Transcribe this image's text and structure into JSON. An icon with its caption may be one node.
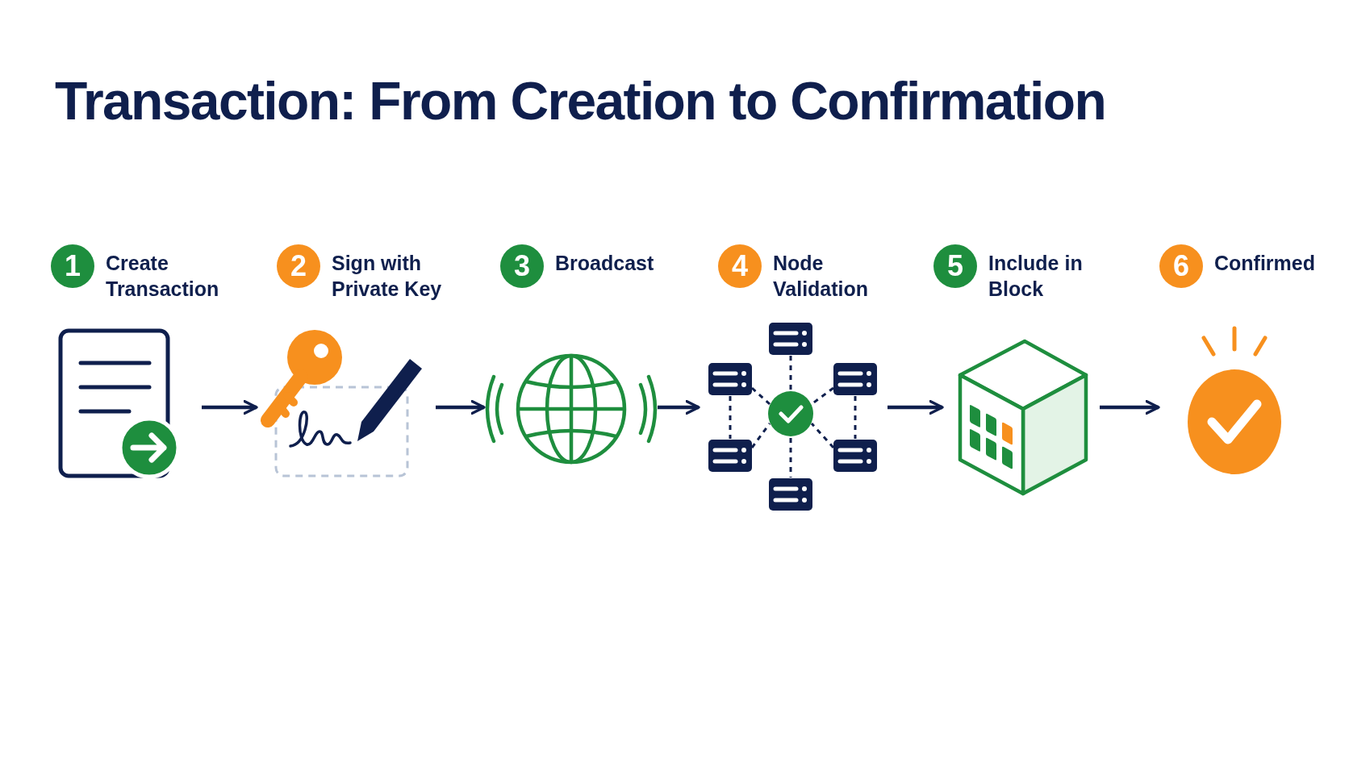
{
  "diagram": {
    "title": "Transaction: From Creation to Confirmation",
    "nodes": [
      {
        "text": [],
        "shape": "picture",
        "beside": [
          "1",
          "Create Transaction"
        ]
      },
      {
        "text": [],
        "shape": "picture",
        "beside": [
          "2",
          "Sign with Private Key"
        ]
      },
      {
        "text": [],
        "shape": "picture",
        "beside": [
          "3",
          "Broadcast"
        ]
      },
      {
        "text": [],
        "shape": "picture",
        "beside": [
          "4",
          "Node Validation"
        ]
      },
      {
        "text": [],
        "shape": "picture",
        "beside": [
          "5",
          "Include in Block"
        ]
      },
      {
        "text": [],
        "shape": "picture",
        "beside": [
          "6",
          "Confirmed"
        ]
      }
    ],
    "edges": [
      {
        "from": 0,
        "to": 1,
        "arrow": "to"
      },
      {
        "from": 1,
        "to": 2,
        "arrow": "to"
      },
      {
        "from": 2,
        "to": 3,
        "arrow": "to"
      },
      {
        "from": 3,
        "to": 4,
        "arrow": "to"
      },
      {
        "from": 4,
        "to": 5,
        "arrow": "to"
      }
    ]
  }
}
